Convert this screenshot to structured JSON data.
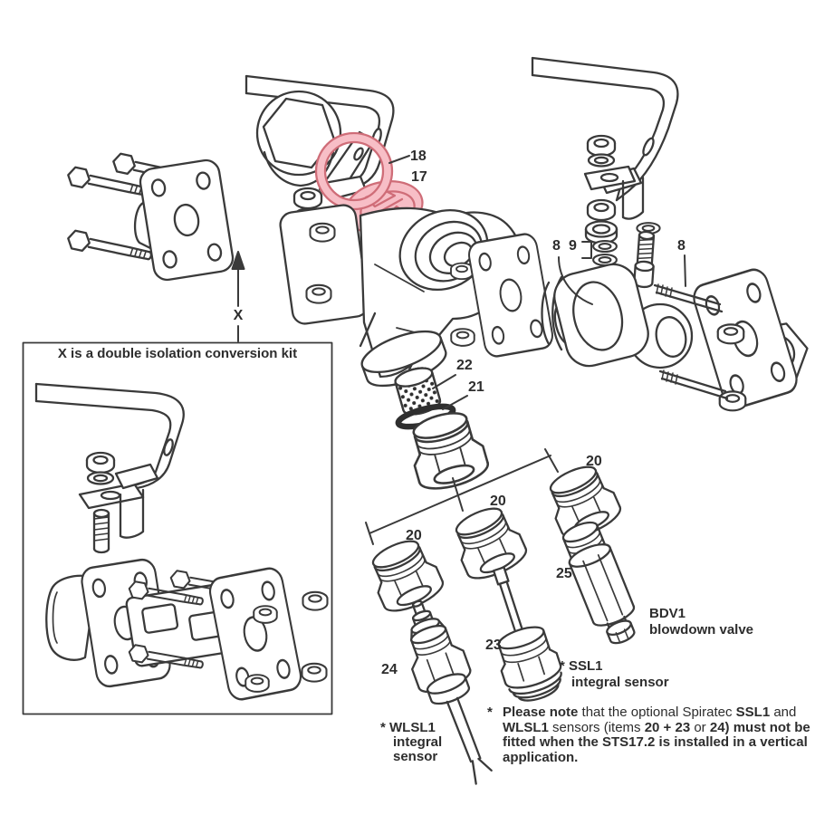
{
  "colors": {
    "line": "#3a3a3a",
    "text": "#2d2d2d",
    "highlight_fill": "#f7bec6",
    "highlight_stroke": "#cf6d78",
    "oring_dark": "#2f2f2f",
    "background": "#ffffff"
  },
  "inset_box": {
    "title": "X is a double isolation conversion kit"
  },
  "arrow": {
    "label": "X"
  },
  "part_labels": {
    "item18": "18",
    "item17": "17",
    "item8_left": "8",
    "item9": "9",
    "item8_right": "8",
    "item22": "22",
    "item21": "21",
    "item20_left": "20",
    "item20_center": "20",
    "item20_right": "20",
    "item25": "25",
    "item23": "23",
    "item24": "24"
  },
  "captions": {
    "bdv1_name": "BDV1",
    "bdv1_desc": "blowdown valve",
    "ssl1_name": "* SSL1",
    "ssl1_desc": "integral sensor",
    "wlsl1_name": "* WLSL1",
    "wlsl1_desc_line1": "integral",
    "wlsl1_desc_line2": "sensor"
  },
  "footnote": {
    "marker": "*",
    "segments": [
      {
        "text": "Please note",
        "bold": true
      },
      {
        "text": " that the optional Spiratec ",
        "bold": false
      },
      {
        "text": "SSL1",
        "bold": true
      },
      {
        "text": " and ",
        "bold": false
      },
      {
        "text": "WLSL1",
        "bold": true
      },
      {
        "text": " sensors (items ",
        "bold": false
      },
      {
        "text": "20 + 23",
        "bold": true
      },
      {
        "text": " or ",
        "bold": false
      },
      {
        "text": "24)",
        "bold": true
      },
      {
        "text": " ",
        "bold": false
      },
      {
        "text": "must not be fitted when the STS17.2 is installed in a vertical application.",
        "bold": true
      }
    ]
  }
}
